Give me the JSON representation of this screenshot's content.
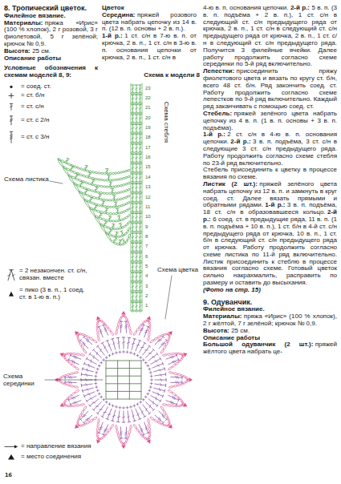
{
  "diagram": {
    "labels": [
      "8. Тропический цветок.",
      "Филейное вязание.",
      "Материалы:",
      "пряжа «Ирис» (100 % хлопок), 2 г розовой, 3 г фиолетовой, 5 г зелёной; крючок № 0,9.",
      "Высота:",
      "25 см.",
      "Описание работы",
      "Условные обозначения к схемам моделей 8, 9:",
      "Схема листика",
      "Схема серединки",
      "16",
      "Цветок",
      "Середина:",
      "пряжей розового цвета набрать цепочку из 14 в. п. (12 в. п. основы + 2 в. п.).",
      "1-й р.:",
      "1 ст. с/н в 7-ю в. п. от крючка, 2 в. п., 1 ст. с/н в 3-ю в. п. основания цепочки от крючка, 2 в. п., 1 ст. с/н в",
      "Схема к модели 8",
      "Схема стебля",
      "Схема цветка",
      "4-ю в. п. основания цепочки.",
      "2-й р.:",
      "5 в. п. (3 в. п. подъёма + 2 в. п.), 1 ст. с/н в следующий ст. с/н предыдущего ряда от крючка, 2 в. п., 1 ст. с/н в следующий ст. с/н предыдущего ряда от крючка, 2 в. п., 1 ст. с/н в следующий ст. с/н предыдущего ряда. Получится 3 филейные ячейки. Далее работу продолжить согласно схеме серединки по 5-й ряд включительно.",
      "Лепестки:",
      "присоединить пряжу фиолетового цвета и вязать по кругу ст. б/н, всего 48 ст. б/н. Ряд закончить соед. ст. Работу продолжить согласно схеме лепестков по 9-й ряд включительно. Каждый ряд заканчивать с помощью соед. ст.",
      "Стебель:",
      "пряжей зелёного цвета набрать цепочку из 4 в. п. (1 в. п. основы + 3 в. п. подъёма).",
      "1-й р.:",
      "2 ст. с/н в 4-ю в. п. основания цепочки.",
      "2-й р.:",
      "3 в. п. подъёма, 3 ст. с/н в следующие 3 ст. с/н предыдущего ряда. Работу продолжить согласно схеме стебля по 23-й ряд включительно.",
      "Стебель присоединить к цветку в процессе вязания по схеме.",
      "Листик (2 шт.):",
      "пряжей зелёного цвета набрать цепочку из 12 в. п. и замкнуть в круг соед. ст. Далее вязать прямыми и обратными рядами.",
      "1-й р.:",
      "3 в. п. подъёма, 18 ст. с/н в образовавшееся кольцо.",
      "2-й р.:",
      "6 соед. ст. в предыдущие ряда, 11 в. п. (1 в. п. подъёма + 10 в. п.), 1 ст. б/н в 4-й ст. с/н предыдущего ряда от крючка, 10 в. п., 1 ст. б/н в следующий ст. с/н предыдущего ряда от крючка. Работу продолжить согласно схеме листика по 11-й ряд включительно. Листик присоединить к стеблю в процессе вязания согласно схеме. Готовый цветок сильно накрахмалить, расправить по размеру и оставить до высыхания.",
      "(Фото на стр. 15)",
      "9. Одуванчик.",
      "Филейное вязание.",
      "Материалы:",
      "пряжа «Ирис» (100 % хлопок), 2 г жёлтой, 7 г зелёной; крючок № 0,9.",
      "Высота:",
      "25 см.",
      "Описание работы",
      "Большой одуванчик (2 шт.):",
      "пряжей жёлтого цвета набрать це-",
      "1",
      "2",
      "3",
      "4",
      "5",
      "6",
      "7",
      "8",
      "9",
      "10",
      "11",
      "12",
      "13",
      "14",
      "15",
      "16",
      "17",
      "18",
      "19",
      "20",
      "21",
      "22",
      "23"
    ],
    "legend": [
      {
        "text": "= соед. ст."
      },
      {
        "text": "= ст. б/н"
      },
      {
        "text": "= ст. с/н"
      },
      {
        "text": "= ст. с 2/н"
      },
      {
        "text": "= ст. с 3/н"
      },
      {
        "text": "= 2 незакончен. ст. с/н, связан. вместе"
      },
      {
        "text": "= пико (3 в. п., 1 соед. ст. в 1-ю в. п.)"
      },
      {
        "text": "= направление вязания"
      },
      {
        "text": "= место соединения"
      }
    ]
  }
}
